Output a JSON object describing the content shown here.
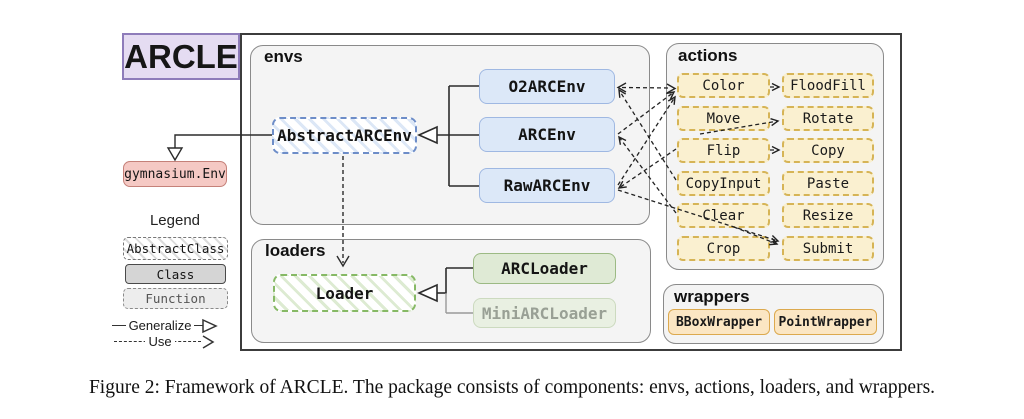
{
  "brand": {
    "title": "ARCLE"
  },
  "external": {
    "gymnasium_env": "gymnasium.Env"
  },
  "envs": {
    "label": "envs",
    "abstract_env": "AbstractARCEnv",
    "classes": [
      "O2ARCEnv",
      "ARCEnv",
      "RawARCEnv"
    ]
  },
  "loaders": {
    "label": "loaders",
    "loader_fn": "Loader",
    "arc_loader": "ARCLoader",
    "mini_arc_loader": "MiniARCLoader"
  },
  "actions": {
    "label": "actions",
    "column1": [
      "Color",
      "Move",
      "Flip",
      "CopyInput",
      "Clear",
      "Crop"
    ],
    "column2": [
      "FloodFill",
      "Rotate",
      "Copy",
      "Paste",
      "Resize",
      "Submit"
    ]
  },
  "wrappers": {
    "label": "wrappers",
    "items": [
      "BBoxWrapper",
      "PointWrapper"
    ]
  },
  "legend": {
    "title": "Legend",
    "abstract_class_label": "AbstractClass",
    "class_label": "Class",
    "function_label": "Function",
    "generalize_label": "Generalize",
    "use_label": "Use"
  },
  "caption": "Figure 2: Framework of ARCLE. The package consists of components: envs, actions, loaders, and wrappers.",
  "colors": {
    "brand_fill": "#e5dcf2",
    "brand_border": "#8e7cba",
    "env_class_fill": "#dce8f8",
    "env_class_border": "#9fb8e2",
    "abstract_dash": "#6d8dc8",
    "action_fill": "#faf0d0",
    "action_border": "#d6b456",
    "loader_dash": "#86b965",
    "loader_class_fill": "#dfead5",
    "loader_faded_fill": "#e9f0e2",
    "gym_fill": "#f5c9c4",
    "gym_border": "#c58179",
    "wrapper_fill": "#fbe6c3",
    "wrapper_border": "#dca94e",
    "section_fill": "#f4f4f4"
  }
}
